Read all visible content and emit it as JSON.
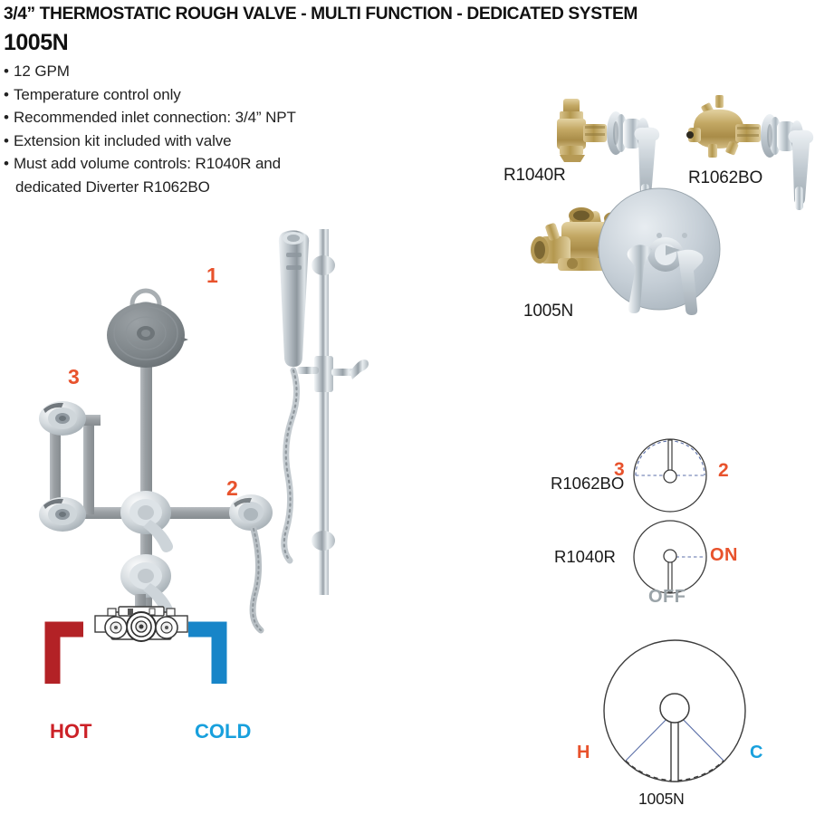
{
  "header": {
    "title": "3/4” THERMOSTATIC ROUGH VALVE - MULTI FUNCTION - DEDICATED SYSTEM",
    "model": "1005N"
  },
  "specs": [
    {
      "text": "12 GPM"
    },
    {
      "text": "Temperature control only"
    },
    {
      "text": "Recommended inlet connection: 3/4” NPT"
    },
    {
      "text": "Extension kit included with valve"
    },
    {
      "text": "Must add volume controls: R1040R and",
      "cont": "dedicated Diverter R1062BO"
    }
  ],
  "system_diagram": {
    "callout_showerhead": "1",
    "callout_handshower": "2",
    "callout_bodysprays": "3",
    "hot_label": "HOT",
    "cold_label": "COLD"
  },
  "products": {
    "volume_control": "R1040R",
    "diverter": "R1062BO",
    "valve": "1005N"
  },
  "dials": {
    "diverter": {
      "name": "R1062BO",
      "left_position": "3",
      "right_position": "2"
    },
    "volume": {
      "name": "R1040R",
      "on": "ON",
      "off": "OFF"
    },
    "thermostatic": {
      "name": "1005N",
      "hot": "H",
      "cold": "C"
    }
  },
  "colors": {
    "accent": "#e8522c",
    "hot": "#cc2127",
    "cold": "#18a0dd",
    "pipe": "#9a9fa3",
    "chrome": "#c9ced2",
    "brass": "#bfa15f"
  }
}
